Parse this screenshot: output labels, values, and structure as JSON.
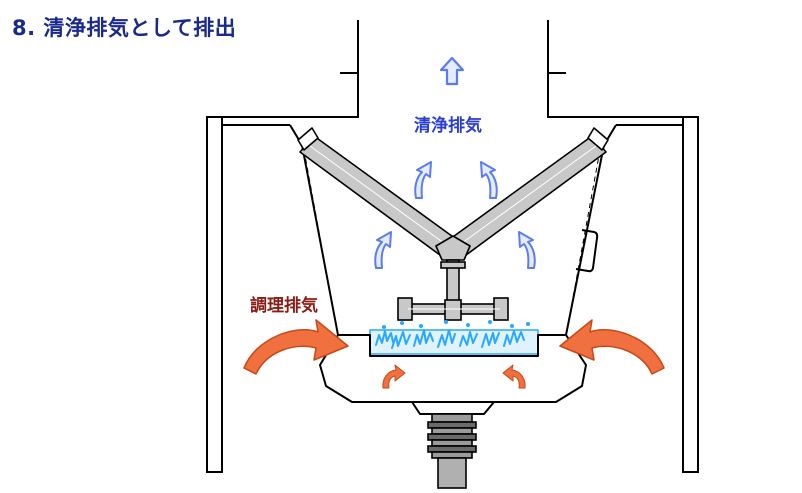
{
  "title": "8. 清浄排気として排出",
  "labels": {
    "clean_exhaust": "清浄排気",
    "cooking_exhaust": "調理排気"
  },
  "colors": {
    "title": "#1a2a8c",
    "clean_arrow": "#5a7cf0",
    "clean_arrow_fill": "#e6ecff",
    "cooking_arrow": "#e85c2a",
    "cooking_label": "#8a1c14",
    "spray": "#2aa8ff",
    "line": "#000000",
    "metal": "#c8c8c8"
  },
  "icons": [
    "clean-air-arrow-icon",
    "cooking-exhaust-arrow-icon"
  ]
}
